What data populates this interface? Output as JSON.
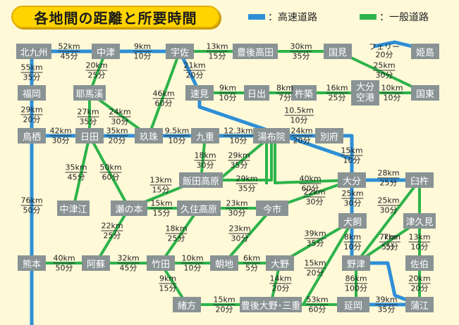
{
  "title": "各地間の距離と所要時間",
  "legend": {
    "expressway": "：高速道路",
    "general": "：一般道路",
    "expressway_color": "#2E8FD6",
    "general_color": "#2DB34A"
  },
  "ferry_label": "フェリー",
  "places": {
    "kitakyushu": "北九州",
    "nakatsu": "中津",
    "usa": "宇佐",
    "bungotakada": "豊後高田",
    "kunimi": "国見",
    "himeshima": "姫島",
    "fukuoka": "福岡",
    "yabakei": "耶馬溪",
    "hayami": "速見",
    "hiji": "日出",
    "kitsuki": "杵築",
    "oitakuko": "大分\n空港",
    "kunisaki": "国東",
    "tosu": "鳥栖",
    "hita": "日田",
    "kusu": "玖珠",
    "kokonoe": "九重",
    "yufuin": "湯布院",
    "beppu": "別府",
    "oita": "大分",
    "usuki": "臼杵",
    "nakatsue": "中津江",
    "setonomoto": "瀬の本",
    "iidakogen": "飯田高原",
    "kujukogen": "久住高原",
    "imaichi": "今市",
    "inukai": "犬飼",
    "tsukumi": "津久見",
    "kumamoto": "熊本",
    "aso": "阿蘇",
    "taketa": "竹田",
    "asaji": "朝地",
    "ono": "大野",
    "notsu": "野津",
    "saiki": "佐伯",
    "ogata": "緒方",
    "bungoonomie": "豊後大野･三重",
    "nobeoka": "延岡",
    "kamae": "蒲江"
  },
  "routes": [
    {
      "id": "r1",
      "dist": "52km",
      "time": "45分"
    },
    {
      "id": "r2",
      "dist": "9km",
      "time": "10分"
    },
    {
      "id": "r3",
      "dist": "13km",
      "time": "15分"
    },
    {
      "id": "r4",
      "dist": "30km",
      "time": "35分"
    },
    {
      "id": "r5",
      "time": "20分"
    },
    {
      "id": "r6",
      "dist": "55km",
      "time": "35分"
    },
    {
      "id": "r7",
      "dist": "20km",
      "time": "25分"
    },
    {
      "id": "r8",
      "dist": "21km",
      "time": "20分"
    },
    {
      "id": "r9",
      "dist": "25km",
      "time": "30分"
    },
    {
      "id": "r10",
      "dist": "46km",
      "time": "60分"
    },
    {
      "id": "r11",
      "dist": "9km",
      "time": "10分"
    },
    {
      "id": "r12",
      "dist": "8km",
      "time": "7分"
    },
    {
      "id": "r13",
      "dist": "16km",
      "time": "25分"
    },
    {
      "id": "r14",
      "dist": "10km",
      "time": "10分"
    },
    {
      "id": "r15",
      "dist": "29km",
      "time": "20分"
    },
    {
      "id": "r16",
      "dist": "27km",
      "time": "35分"
    },
    {
      "id": "r17",
      "dist": "24km",
      "time": "30分"
    },
    {
      "id": "r18",
      "dist": "10.5km",
      "time": "10分"
    },
    {
      "id": "r19",
      "dist": "42km",
      "time": "30分"
    },
    {
      "id": "r20",
      "dist": "35km",
      "time": "20分"
    },
    {
      "id": "r21",
      "dist": "9.5km",
      "time": "10分"
    },
    {
      "id": "r22",
      "dist": "12.3km",
      "time": "10分"
    },
    {
      "id": "r23",
      "dist": "24km",
      "time": "20分"
    },
    {
      "id": "r24",
      "dist": "15km",
      "time": "10分"
    },
    {
      "id": "r25",
      "dist": "18km",
      "time": "30分"
    },
    {
      "id": "r26",
      "dist": "29km",
      "time": "35分"
    },
    {
      "id": "r27",
      "dist": "35km",
      "time": "45分"
    },
    {
      "id": "r28",
      "dist": "50km",
      "time": "60分"
    },
    {
      "id": "r29",
      "dist": "29km",
      "time": "35分"
    },
    {
      "id": "r30",
      "dist": "40km",
      "time": "60分"
    },
    {
      "id": "r31",
      "dist": "28km",
      "time": "25分"
    },
    {
      "id": "r32",
      "dist": "13km",
      "time": "15分"
    },
    {
      "id": "r33",
      "dist": "22km",
      "time": "30分"
    },
    {
      "id": "r34",
      "dist": "15km",
      "time": "15分"
    },
    {
      "id": "r35",
      "dist": "23km",
      "time": "30分"
    },
    {
      "id": "r36",
      "dist": "25km",
      "time": "30分"
    },
    {
      "id": "r37",
      "dist": "25km",
      "time": "30分"
    },
    {
      "id": "r38",
      "dist": "7km",
      "time": "5分"
    },
    {
      "id": "r39",
      "dist": "76km",
      "time": "50分"
    },
    {
      "id": "r40",
      "dist": "22km",
      "time": "25分"
    },
    {
      "id": "r41",
      "dist": "18km",
      "time": "25分"
    },
    {
      "id": "r42",
      "dist": "23km",
      "time": "30分"
    },
    {
      "id": "r43",
      "dist": "39km",
      "time": "35分"
    },
    {
      "id": "r44",
      "dist": "8km",
      "time": "10分"
    },
    {
      "id": "r45",
      "dist": "7km",
      "time": "5分"
    },
    {
      "id": "r46",
      "dist": "13km",
      "time": "10分"
    },
    {
      "id": "r47",
      "dist": "40km",
      "time": "50分"
    },
    {
      "id": "r48",
      "dist": "32km",
      "time": "45分"
    },
    {
      "id": "r49",
      "dist": "10km",
      "time": "10分"
    },
    {
      "id": "r50",
      "dist": "6km",
      "time": "5分"
    },
    {
      "id": "r51",
      "dist": "15km",
      "time": "20分"
    },
    {
      "id": "r52",
      "dist": "9km",
      "time": "15分"
    },
    {
      "id": "r53",
      "dist": "14km",
      "time": "20分"
    },
    {
      "id": "r54",
      "dist": "86km",
      "time": "100分"
    },
    {
      "id": "r55",
      "dist": "20km",
      "time": "20分"
    },
    {
      "id": "r56",
      "dist": "15km",
      "time": "20分"
    },
    {
      "id": "r57",
      "dist": "53km",
      "time": "60分"
    },
    {
      "id": "r58",
      "dist": "39km",
      "time": "35分"
    }
  ]
}
